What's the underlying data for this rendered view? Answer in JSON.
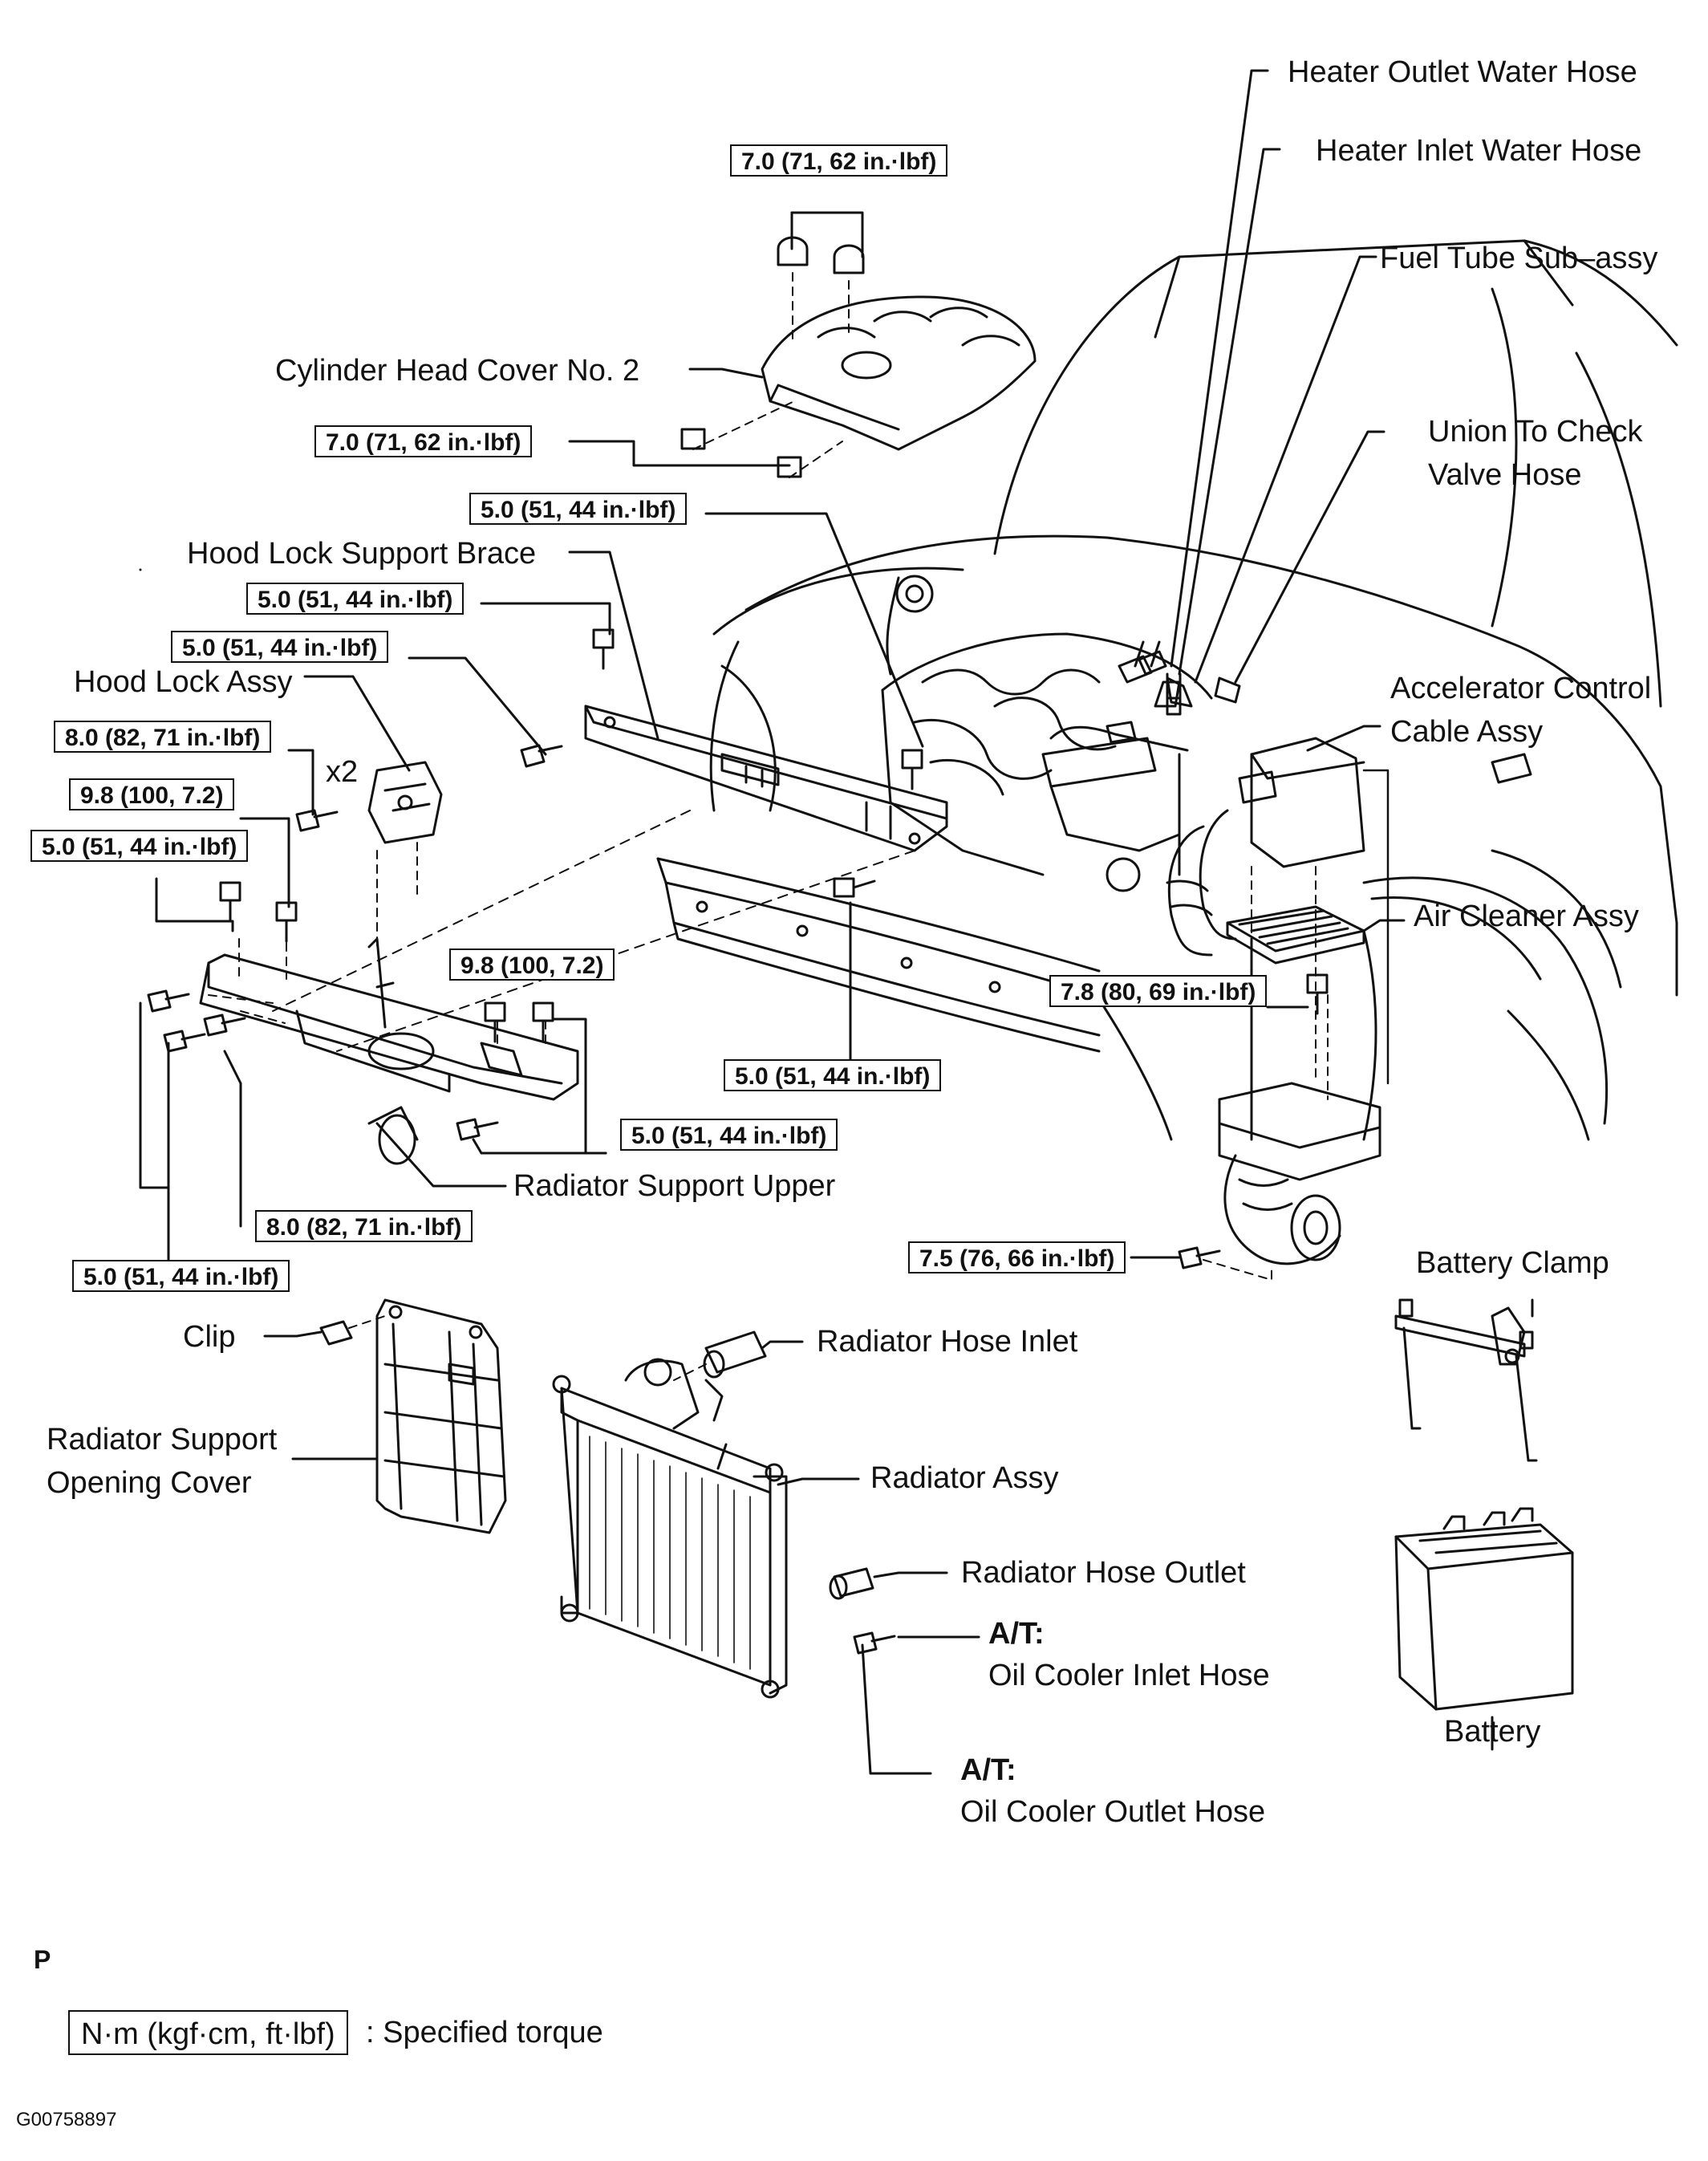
{
  "labels": {
    "heater_outlet": "Heater Outlet Water Hose",
    "heater_inlet": "Heater Inlet Water Hose",
    "fuel_tube": "Fuel Tube Sub–assy",
    "union_check_1": "Union To Check",
    "union_check_2": "Valve Hose",
    "cyl_head_cover": "Cylinder Head Cover No. 2",
    "hood_lock_brace": "Hood Lock Support Brace",
    "hood_lock_assy": "Hood Lock Assy",
    "x2": "x2",
    "accel_cable_1": "Accelerator Control",
    "accel_cable_2": "Cable Assy",
    "air_cleaner": "Air Cleaner Assy",
    "rad_support_upper": "Radiator Support Upper",
    "battery_clamp": "Battery Clamp",
    "clip": "Clip",
    "rad_hose_inlet": "Radiator Hose Inlet",
    "rad_support_cover_1": "Radiator Support",
    "rad_support_cover_2": "Opening Cover",
    "radiator_assy": "Radiator Assy",
    "rad_hose_outlet": "Radiator Hose Outlet",
    "at_1": "A/T:",
    "oil_cooler_inlet": "Oil Cooler Inlet Hose",
    "battery": "Battery",
    "at_2": "A/T:",
    "oil_cooler_outlet": "Oil Cooler Outlet Hose",
    "p_mark": "P",
    "figure_id": "G00758897"
  },
  "torques": {
    "t1": "7.0 (71, 62 in.·lbf)",
    "t2": "7.0 (71, 62 in.·lbf)",
    "t3": "5.0 (51, 44 in.·lbf)",
    "t4": "5.0 (51, 44 in.·lbf)",
    "t5": "5.0 (51, 44 in.·lbf)",
    "t6": "8.0 (82, 71 in.·lbf)",
    "t7": "9.8 (100, 7.2)",
    "t8": "5.0 (51, 44 in.·lbf)",
    "t9": "9.8 (100, 7.2)",
    "t10": "7.8 (80, 69 in.·lbf)",
    "t11": "5.0 (51, 44 in.·lbf)",
    "t12": "5.0 (51, 44 in.·lbf)",
    "t13": "8.0 (82, 71 in.·lbf)",
    "t14": "7.5 (76, 66 in.·lbf)",
    "t15": "5.0 (51, 44 in.·lbf)"
  },
  "legend": {
    "unit_box": "N·m (kgf·cm, ft·lbf)",
    "unit_desc": ": Specified torque"
  }
}
